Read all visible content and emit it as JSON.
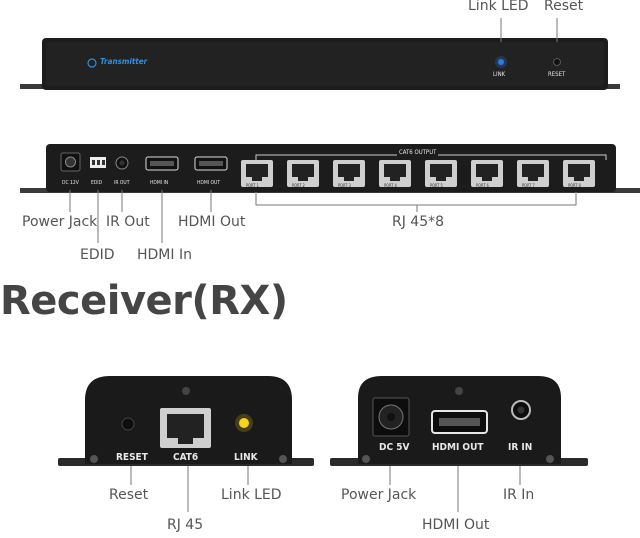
{
  "transmitter_front": {
    "brand_label": "Transmitter",
    "link_port_label": "LINK",
    "reset_port_label": "RESET",
    "callout_link_led": "Link LED",
    "callout_reset": "Reset",
    "colors": {
      "brand_text": "#2f8fe0",
      "led": "#2c7be5",
      "body": "#1c1c1c"
    }
  },
  "transmitter_back": {
    "port_labels": {
      "dc": "DC 12V",
      "edid": "EDID",
      "ir_out": "IR OUT",
      "hdmi_in": "HDMI IN",
      "hdmi_out": "HDMI OUT",
      "cat6_output": "CAT6 OUTPUT"
    },
    "ports": [
      "PORT 1",
      "PORT 2",
      "PORT 3",
      "PORT 4",
      "PORT 5",
      "PORT 6",
      "PORT 7",
      "PORT 8"
    ],
    "callouts": {
      "power_jack": "Power Jack",
      "ir_out": "IR Out",
      "hdmi_out": "HDMI Out",
      "rj45x8": "RJ 45*8",
      "edid": "EDID",
      "hdmi_in": "HDMI In"
    }
  },
  "section_title": "Receiver(RX)",
  "receiver_left": {
    "labels": {
      "reset": "RESET",
      "cat6": "CAT6",
      "link": "LINK"
    },
    "callouts": {
      "reset": "Reset",
      "link_led": "Link LED",
      "rj45": "RJ 45"
    },
    "colors": {
      "led": "#f5d41a"
    }
  },
  "receiver_right": {
    "labels": {
      "dc5v": "DC 5V",
      "hdmi_out": "HDMI OUT",
      "ir_in": "IR IN"
    },
    "callouts": {
      "power_jack": "Power Jack",
      "ir_in": "IR In",
      "hdmi_out": "HDMI Out"
    }
  }
}
